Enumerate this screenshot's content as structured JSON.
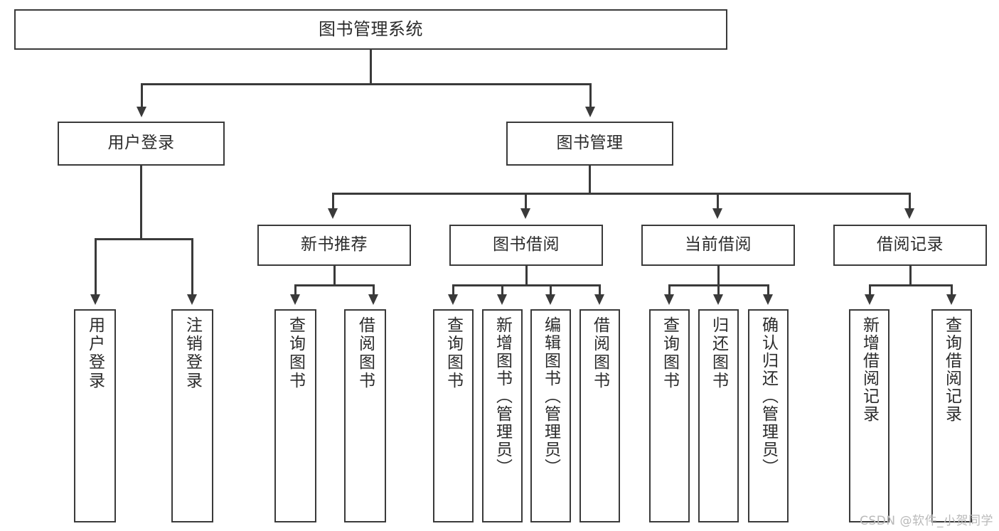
{
  "diagram": {
    "type": "tree",
    "title": "图书管理系统",
    "root": {
      "label": "图书管理系统"
    },
    "level2": [
      {
        "label": "用户登录"
      },
      {
        "label": "图书管理"
      }
    ],
    "level3": [
      {
        "label": "新书推荐"
      },
      {
        "label": "图书借阅"
      },
      {
        "label": "当前借阅"
      },
      {
        "label": "借阅记录"
      }
    ],
    "leaves": {
      "user_login": [
        {
          "label": "用户登录"
        },
        {
          "label": "注销登录"
        }
      ],
      "new_book_recommend": [
        {
          "label": "查询图书"
        },
        {
          "label": "借阅图书"
        }
      ],
      "book_borrow": [
        {
          "label": "查询图书"
        },
        {
          "label": "新增图书（管理员）"
        },
        {
          "label": "编辑图书（管理员）"
        },
        {
          "label": "借阅图书"
        }
      ],
      "current_borrow": [
        {
          "label": "查询图书"
        },
        {
          "label": "归还图书"
        },
        {
          "label": "确认归还（管理员）"
        }
      ],
      "borrow_record": [
        {
          "label": "新增借阅记录"
        },
        {
          "label": "查询借阅记录"
        }
      ]
    }
  },
  "watermark": {
    "text": "CSDN @软件_小贺同学"
  },
  "colors": {
    "border": "#3a3a3a",
    "text": "#2b2b2b",
    "background": "#ffffff",
    "watermark": "#b9b9b9"
  }
}
